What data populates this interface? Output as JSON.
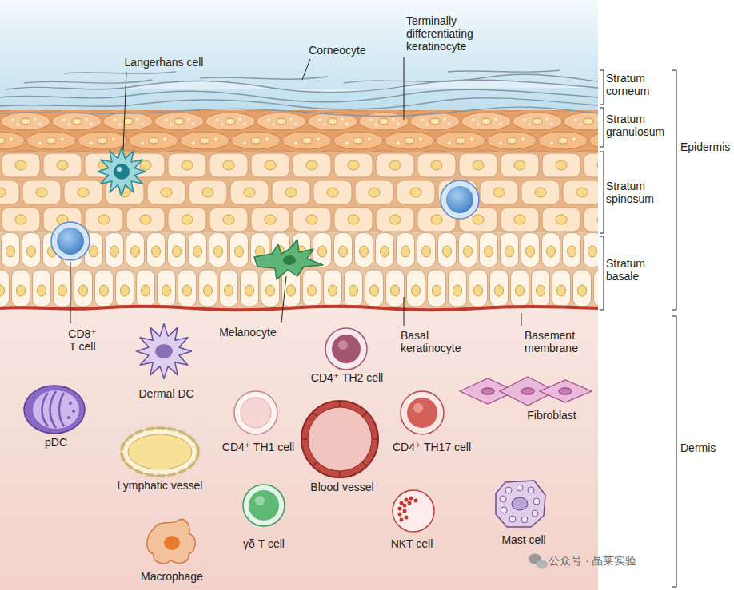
{
  "diagram": {
    "nodes": [
      {
        "text": [
          "Dermal DC"
        ]
      },
      {
        "text": [
          "CD4⁺ TH2 cell"
        ]
      },
      {
        "text": [
          "Fibroblast"
        ]
      },
      {
        "text": [
          "pDC"
        ]
      },
      {
        "text": [
          "CD4⁺ TH1 cell"
        ]
      },
      {
        "text": [
          "Blood vessel"
        ]
      },
      {
        "text": [
          "CD4⁺ TH17 cell"
        ]
      },
      {
        "text": [
          "Lymphatic vessel"
        ]
      },
      {
        "text": [
          "γδ T cell"
        ]
      },
      {
        "text": [
          "NKT cell"
        ]
      },
      {
        "text": [
          "Mast cell"
        ]
      },
      {
        "text": [
          "Macrophage"
        ]
      }
    ],
    "labels": [
      "Langerhans cell",
      "Corneocyte",
      "Terminally differentiating keratinocyte",
      "Stratum corneum",
      "Stratum granulosum",
      "Epidermis",
      "Stratum spinosum",
      "Stratum basale",
      "CD8⁺ T cell",
      "Melanocyte",
      "Basal keratinocyte",
      "Basement membrane",
      "Dermis",
      "公众号 · 晶莱实验"
    ]
  }
}
